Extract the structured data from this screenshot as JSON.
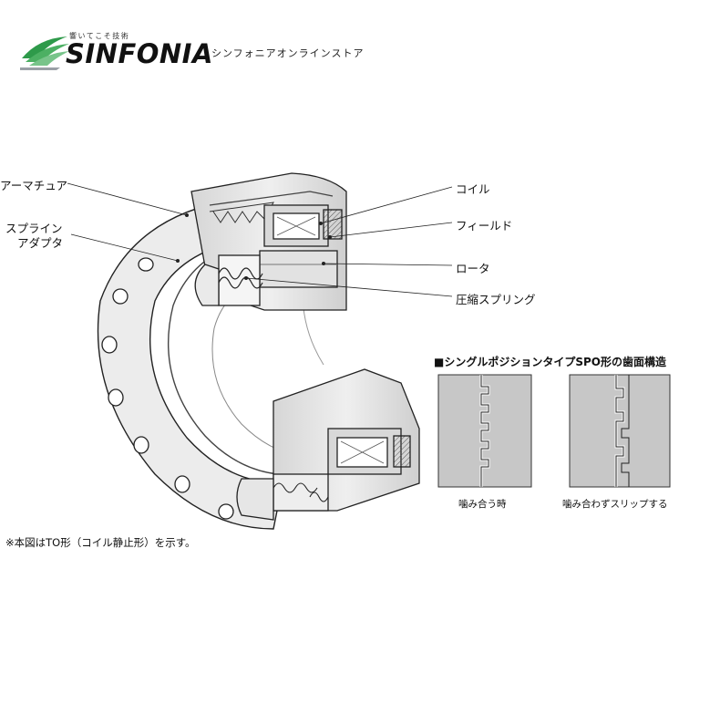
{
  "header": {
    "tagline": "響いてこそ技術",
    "brand": "SINFONIA",
    "store_name": "シンフォニアオンラインストア"
  },
  "diagram": {
    "labels": {
      "armature": "アーマチュア",
      "spline_line1": "スプライン",
      "spline_line2": "アダプタ",
      "coil": "コイル",
      "field": "フィールド",
      "rotor": "ロータ",
      "spring": "圧縮スプリング"
    },
    "panel": {
      "title": "■シングルポジションタイプSPO形の歯面構造",
      "caption_left": "噛み合う時",
      "caption_right": "噛み合わずスリップする"
    },
    "note": "※本図はTO形（コイル静止形）を示す。"
  }
}
